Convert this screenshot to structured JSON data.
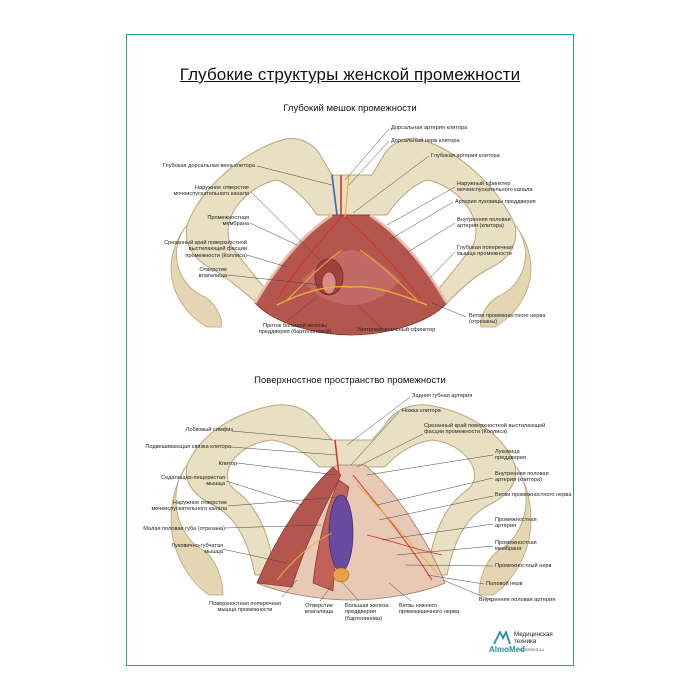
{
  "title": "Глубокие структуры женской промежности",
  "deep": {
    "heading": "Глубокий мешок промежности",
    "labels": {
      "dorsal_artery": "Дорсальная артерия клитора",
      "dorsal_nerve": "Дорсальный нерв клитора",
      "deep_artery": "Глубокая артерия клитора",
      "deep_dorsal_vein": "Глубокая дорсальная вена клитора",
      "urethra_opening": "Наружное отверстие\nмочеиспускательного канала",
      "ext_sphincter": "Наружный сфинктер\nмочеиспускательного канала",
      "bulb_artery": "Артерия луковицы преддверия",
      "perineal_membrane": "Промежностная\nмембрана",
      "int_pudendal": "Внутренняя половая\nартерия (клитора)",
      "colles_cut": "Срезанный край поверхностной\nвыстилающей фасции\nпромежности (Коллиса)",
      "deep_transverse": "Глубокая поперечная\nмышца промежности",
      "vaginal_opening": "Отверстие\nвлагалища",
      "perineal_nerve": "Ветви промежностного нерва\n(отрезаны)",
      "bartholin_duct": "Проток большой железы\nпреддверия (бартолиновой)",
      "urethrovaginal": "Уретровагинальный сфинктер"
    }
  },
  "superficial": {
    "heading": "Поверхностное пространство промежности",
    "labels": {
      "post_labial": "Задняя губная артерия",
      "crus": "Ножка клитора",
      "symphysis": "Лобковый симфиз",
      "colles_cut": "Срезанный край поверхностной выстилающей\nфасции промежности (Коллиса)",
      "suspensory": "Подвешивающая связка клитора",
      "bulb": "Луковица\nпреддверия",
      "clitoris": "Клитор",
      "int_pudendal": "Внутренняя половая\nартерия (клитора)",
      "ischiocav": "Седалищно-пещеристая\nмышца",
      "perineal_branches": "Ветви промежностного нерва",
      "urethra_opening": "Наружное отверстие\nмочеиспускательного канала",
      "perineal_artery": "Промежностная\nартерия",
      "labia_minora": "Малая половая губа (отрезана)",
      "perineal_membrane": "Промежностная\nмембрана",
      "bulbospong": "Луковично-губчатая\nмышца",
      "perineal_nerve": "Промежностный нерв",
      "pudendal_nerve": "Половой нерв",
      "superficial_transverse": "Поверхностная поперечная\nмышца промежности",
      "vaginal_opening": "Отверстие\nвлагалища",
      "greater_gland": "Большая железа\nпреддверия\n(бартолинова)",
      "rectal_nerve": "Ветвь нижнего\nпрямокишечного нерва",
      "int_pudendal_bottom": "Внутренняя половая артерия"
    }
  },
  "brand": {
    "name": "AlmoMed",
    "tagline": "Медицинская\nтехника",
    "site": "almamed.su"
  },
  "colors": {
    "frame": "#2a9d9a",
    "bone": "#e9dfc2",
    "muscle": "#b5564e",
    "membrane": "#e8c9b5",
    "artery": "#d2342a",
    "vein": "#3a66b8",
    "nerve": "#e8b23a",
    "gland": "#6a4aa0"
  }
}
